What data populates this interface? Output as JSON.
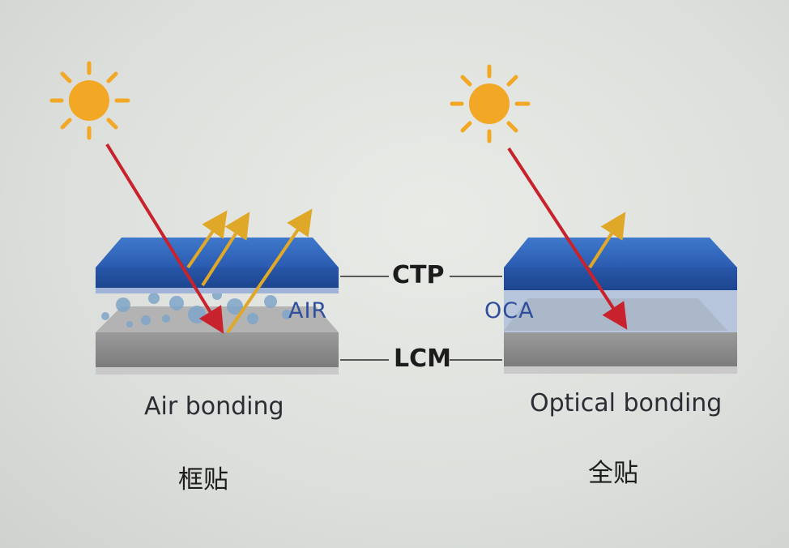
{
  "layer_labels": {
    "top": "CTP",
    "bottom": "LCM"
  },
  "left_panel": {
    "gap_label": "AIR",
    "caption": "Air bonding",
    "caption_cn": "框贴"
  },
  "right_panel": {
    "gap_label": "OCA",
    "caption": "Optical bonding",
    "caption_cn": "全贴"
  },
  "colors": {
    "sun": "#f2a725",
    "incident_ray": "#c8232c",
    "reflected_ray": "#e0a828",
    "ctp_glass": "#2f63b8",
    "lcm": "#8e8e8e",
    "oca": "#a9bbd4",
    "bubbles": "#7fa6c9"
  }
}
